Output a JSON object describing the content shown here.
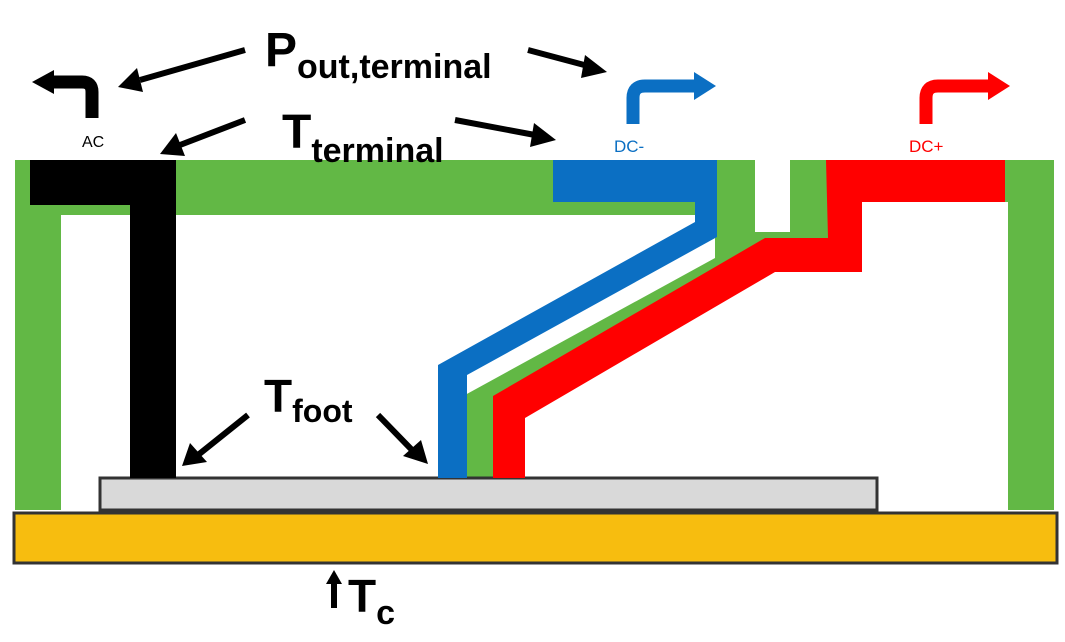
{
  "labels": {
    "p_out_main": "P",
    "p_out_sub": "out,terminal",
    "t_terminal_main": "T",
    "t_terminal_sub": "terminal",
    "t_foot_main": "T",
    "t_foot_sub": "foot",
    "t_c_main": "T",
    "t_c_sub": "c",
    "ac": "AC",
    "dc_minus": "DC-",
    "dc_plus": "DC+"
  },
  "colors": {
    "housing": "#62b845",
    "ac_terminal": "#000000",
    "dc_minus_terminal": "#0b6fc3",
    "dc_plus_terminal": "#ff0000",
    "baseplate": "#f7bd0f",
    "substrate": "#d9d9d9",
    "outline": "#333333"
  }
}
